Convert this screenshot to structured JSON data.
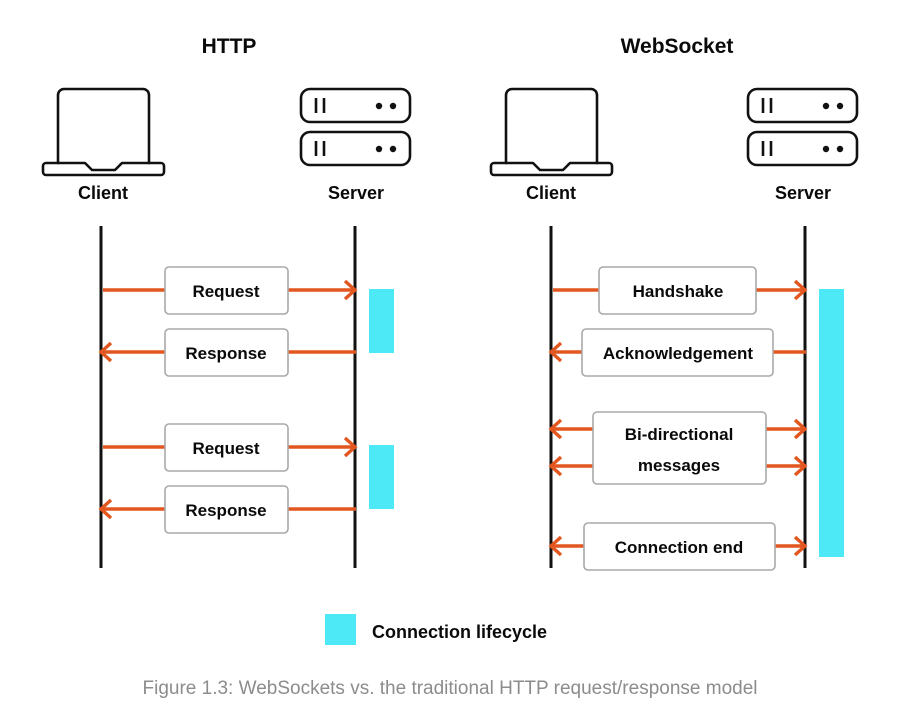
{
  "figure": {
    "caption": "Figure 1.3: WebSockets vs. the traditional HTTP request/response model",
    "colors": {
      "arrow": "#e2571f",
      "lifecycle": "#4ee9f7",
      "lifeline": "#111111",
      "box_border": "#a9a9a9",
      "text": "#0a0a0a",
      "caption": "#8c8c8c",
      "background": "#ffffff"
    }
  },
  "panels": [
    {
      "id": "http",
      "title": "HTTP",
      "actors": [
        {
          "id": "client",
          "label": "Client",
          "icon": "laptop-icon"
        },
        {
          "id": "server",
          "label": "Server",
          "icon": "server-icon"
        }
      ],
      "messages": [
        {
          "label": "Request",
          "direction": "right"
        },
        {
          "label": "Response",
          "direction": "left"
        },
        {
          "label": "Request",
          "direction": "right"
        },
        {
          "label": "Response",
          "direction": "left"
        }
      ],
      "lifecycle_segments": 2
    },
    {
      "id": "websocket",
      "title": "WebSocket",
      "actors": [
        {
          "id": "client",
          "label": "Client",
          "icon": "laptop-icon"
        },
        {
          "id": "server",
          "label": "Server",
          "icon": "server-icon"
        }
      ],
      "messages": [
        {
          "label": "Handshake",
          "direction": "right"
        },
        {
          "label": "Acknowledgement",
          "direction": "left"
        },
        {
          "label": "Bi-directional messages",
          "direction": "both"
        },
        {
          "label": "Connection end",
          "direction": "both"
        }
      ],
      "lifecycle_segments": 1
    }
  ],
  "legend": {
    "items": [
      {
        "label": "Connection lifecycle",
        "color": "#4ee9f7"
      }
    ]
  },
  "labels": {
    "http_title": "HTTP",
    "websocket_title": "WebSocket",
    "http_client": "Client",
    "http_server": "Server",
    "ws_client": "Client",
    "ws_server": "Server",
    "msg_request_1": "Request",
    "msg_response_1": "Response",
    "msg_request_2": "Request",
    "msg_response_2": "Response",
    "msg_handshake": "Handshake",
    "msg_acknowledgement": "Acknowledgement",
    "msg_bidirectional_line1": "Bi-directional",
    "msg_bidirectional_line2": "messages",
    "msg_connection_end": "Connection end",
    "legend_connection_lifecycle": "Connection lifecycle",
    "caption": "Figure 1.3: WebSockets vs. the traditional HTTP request/response model"
  }
}
